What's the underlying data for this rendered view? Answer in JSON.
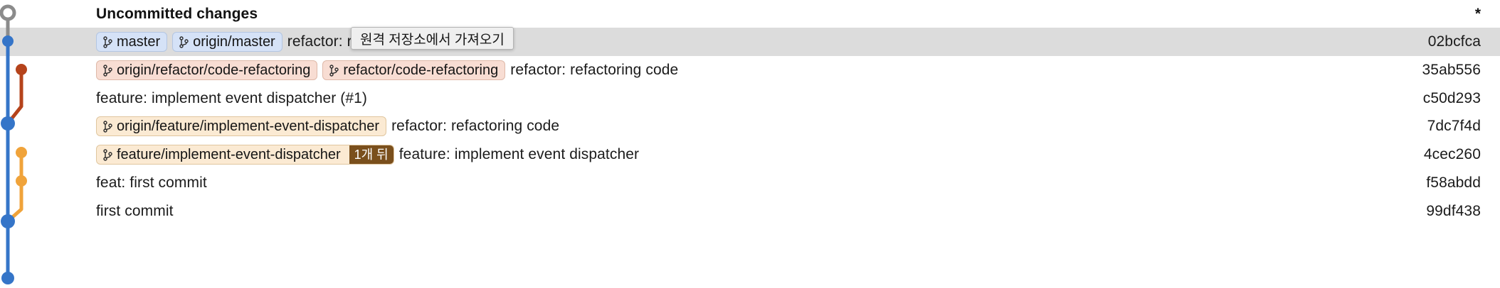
{
  "header": {
    "title": "Uncommitted changes",
    "hash_marker": "*"
  },
  "tooltip": {
    "text": "원격 저장소에서 가져오기"
  },
  "icons": {
    "branch": "branch-icon"
  },
  "colors": {
    "blue": "#3575c8",
    "red": "#b5431b",
    "orange": "#f0a33a",
    "gray": "#8b8b8b",
    "selected_row": "#dcdcdc",
    "badge_blue_bg": "#d5e2f7",
    "badge_red_bg": "#f8ddd3",
    "badge_orange_bg": "#fbead3",
    "count_chip_bg": "#7a4f1c"
  },
  "commits": [
    {
      "id": "row-uncommitted",
      "refs": [],
      "message": "Uncommitted changes",
      "is_title": true,
      "selected": false,
      "hash": "*"
    },
    {
      "id": "row-02bcfca",
      "refs": [
        {
          "label": "master",
          "style": "blue",
          "count": null
        },
        {
          "label": "origin/master",
          "style": "blue",
          "count": null
        }
      ],
      "message": "refactor: refactor",
      "is_title": false,
      "selected": true,
      "hash": "02bcfca"
    },
    {
      "id": "row-35ab556",
      "refs": [
        {
          "label": "origin/refactor/code-refactoring",
          "style": "red",
          "count": null
        },
        {
          "label": "refactor/code-refactoring",
          "style": "red",
          "count": null
        }
      ],
      "message": "refactor: refactoring code",
      "is_title": false,
      "selected": false,
      "hash": "35ab556"
    },
    {
      "id": "row-c50d293",
      "refs": [],
      "message": "feature: implement event dispatcher (#1)",
      "is_title": false,
      "selected": false,
      "hash": "c50d293"
    },
    {
      "id": "row-7dc7f4d",
      "refs": [
        {
          "label": "origin/feature/implement-event-dispatcher",
          "style": "orange",
          "count": null
        }
      ],
      "message": "refactor: refactoring code",
      "is_title": false,
      "selected": false,
      "hash": "7dc7f4d"
    },
    {
      "id": "row-4cec260",
      "refs": [
        {
          "label": "feature/implement-event-dispatcher",
          "style": "orange",
          "count": "1개 뒤"
        }
      ],
      "message": "feature: implement event dispatcher",
      "is_title": false,
      "selected": false,
      "hash": "4cec260"
    },
    {
      "id": "row-f58abdd",
      "refs": [],
      "message": "feat: first commit",
      "is_title": false,
      "selected": false,
      "hash": "f58abdd"
    },
    {
      "id": "row-99df438",
      "refs": [],
      "message": "first commit",
      "is_title": false,
      "selected": false,
      "hash": "99df438"
    }
  ]
}
